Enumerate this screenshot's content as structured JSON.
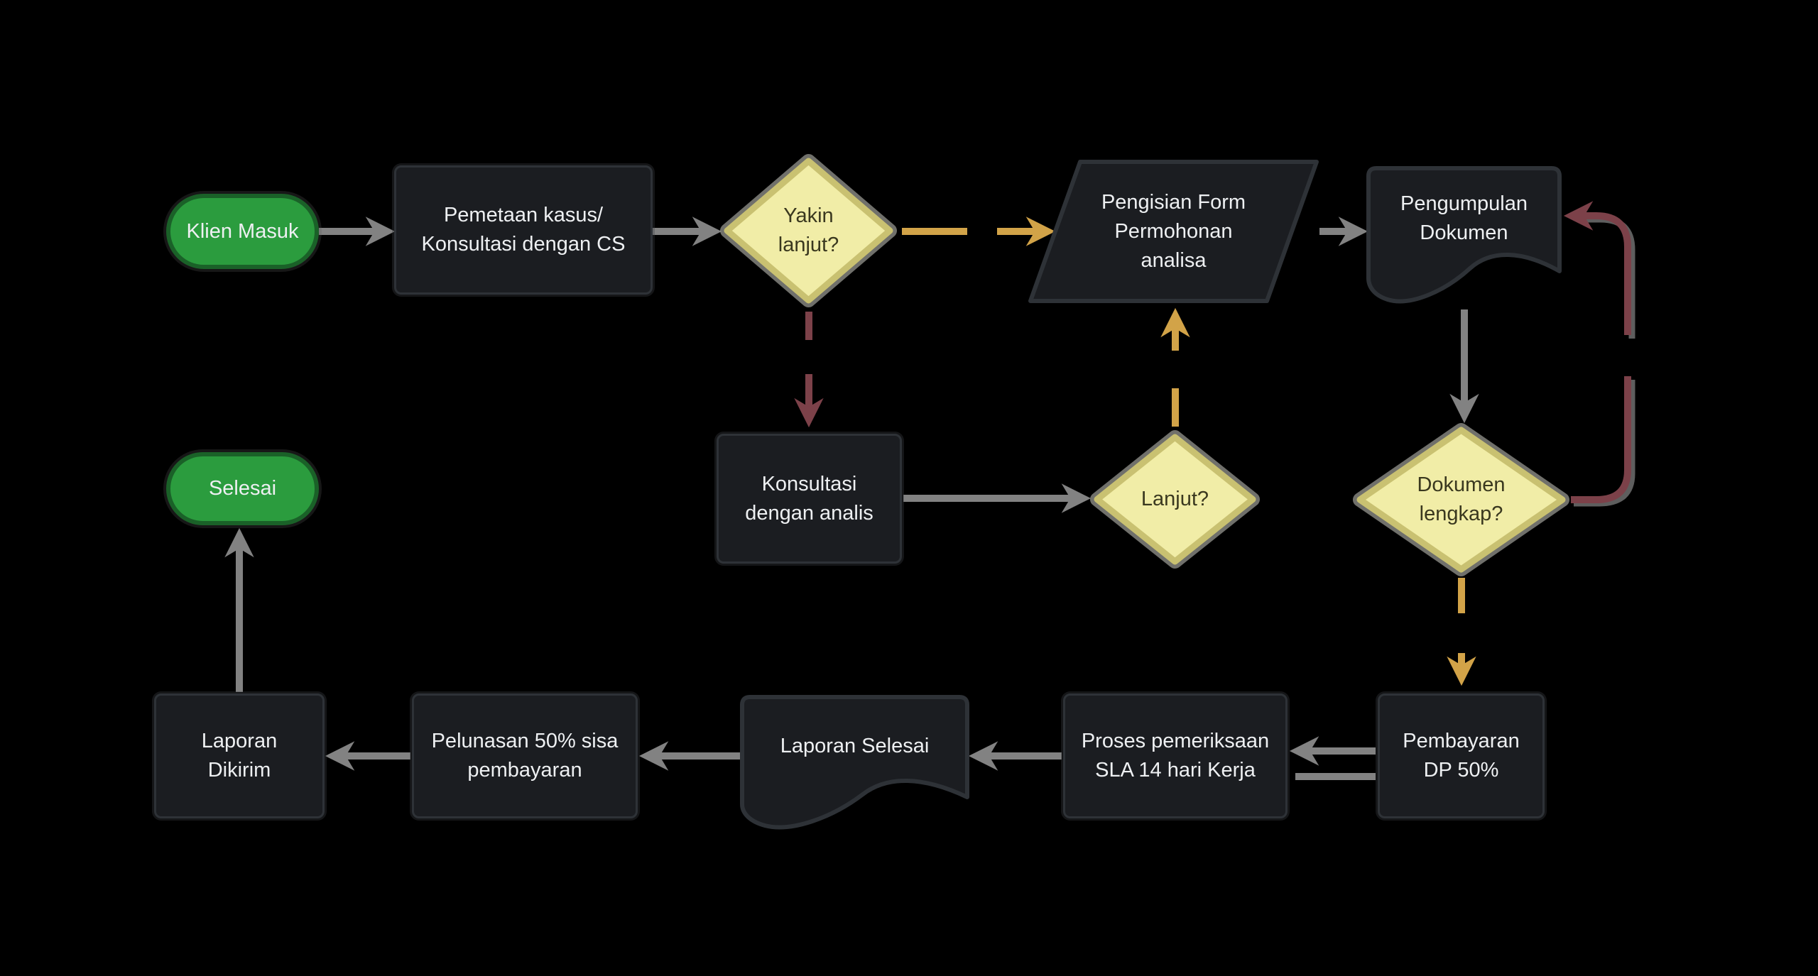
{
  "diagram": {
    "title": "Client case handling flowchart",
    "colors": {
      "background": "#000000",
      "node_fill": "#1b1d21",
      "node_border": "#2e3237",
      "node_text": "#eef0f2",
      "terminator_fill": "#2b9c3e",
      "terminator_border": "#1a6128",
      "decision_fill": "#f1eda7",
      "decision_border": "#c9c171",
      "decision_halo": "#95958f",
      "decision_text": "#3a381f",
      "arrow_gray": "#828282",
      "arrow_tan": "#d2a348",
      "arrow_maroon": "#7c4149",
      "arrow_shadow": "#6e6e6e"
    },
    "nodes": {
      "klien_masuk": {
        "type": "terminator",
        "label": "Klien Masuk"
      },
      "pemetaan": {
        "type": "process",
        "label": "Pemetaan kasus/\nKonsultasi dengan CS"
      },
      "yakin": {
        "type": "decision",
        "label": "Yakin\nlanjut?"
      },
      "pengisian": {
        "type": "input",
        "label": "Pengisian Form\nPermohonan\nanalisa"
      },
      "pengumpulan": {
        "type": "document",
        "label": "Pengumpulan\nDokumen"
      },
      "konsultasi_analis": {
        "type": "process",
        "label": "Konsultasi\ndengan analis"
      },
      "lanjut": {
        "type": "decision",
        "label": "Lanjut?"
      },
      "dokumen_lengkap": {
        "type": "decision",
        "label": "Dokumen\nlengkap?"
      },
      "selesai": {
        "type": "terminator",
        "label": "Selesai"
      },
      "laporan_dikirim": {
        "type": "process",
        "label": "Laporan\nDikirim"
      },
      "pelunasan": {
        "type": "process",
        "label": "Pelunasan 50% sisa\npembayaran"
      },
      "laporan_selesai": {
        "type": "document",
        "label": "Laporan Selesai"
      },
      "proses_pemeriksaan": {
        "type": "process",
        "label": "Proses pemeriksaan\nSLA 14 hari Kerja"
      },
      "pembayaran_dp": {
        "type": "process",
        "label": "Pembayaran\nDP 50%"
      }
    },
    "edges": [
      {
        "from": "klien_masuk",
        "to": "pemetaan",
        "color": "gray"
      },
      {
        "from": "pemetaan",
        "to": "yakin",
        "color": "gray"
      },
      {
        "from": "yakin",
        "to": "pengisian",
        "color": "tan",
        "style": "broken"
      },
      {
        "from": "pengisian",
        "to": "pengumpulan",
        "color": "gray"
      },
      {
        "from": "pengumpulan",
        "to": "dokumen_lengkap",
        "color": "gray"
      },
      {
        "from": "yakin",
        "to": "konsultasi_analis",
        "color": "maroon",
        "style": "broken"
      },
      {
        "from": "konsultasi_analis",
        "to": "lanjut",
        "color": "gray"
      },
      {
        "from": "lanjut",
        "to": "pengisian",
        "color": "tan",
        "style": "broken"
      },
      {
        "from": "dokumen_lengkap",
        "to": "pengumpulan",
        "color": "maroon",
        "style": "loop-right-broken"
      },
      {
        "from": "dokumen_lengkap",
        "to": "pembayaran_dp",
        "color": "tan",
        "style": "broken"
      },
      {
        "from": "pembayaran_dp",
        "to": "proses_pemeriksaan",
        "color": "gray",
        "style": "double-line"
      },
      {
        "from": "proses_pemeriksaan",
        "to": "laporan_selesai",
        "color": "gray"
      },
      {
        "from": "laporan_selesai",
        "to": "pelunasan",
        "color": "gray"
      },
      {
        "from": "pelunasan",
        "to": "laporan_dikirim",
        "color": "gray"
      },
      {
        "from": "laporan_dikirim",
        "to": "selesai",
        "color": "gray"
      }
    ]
  }
}
